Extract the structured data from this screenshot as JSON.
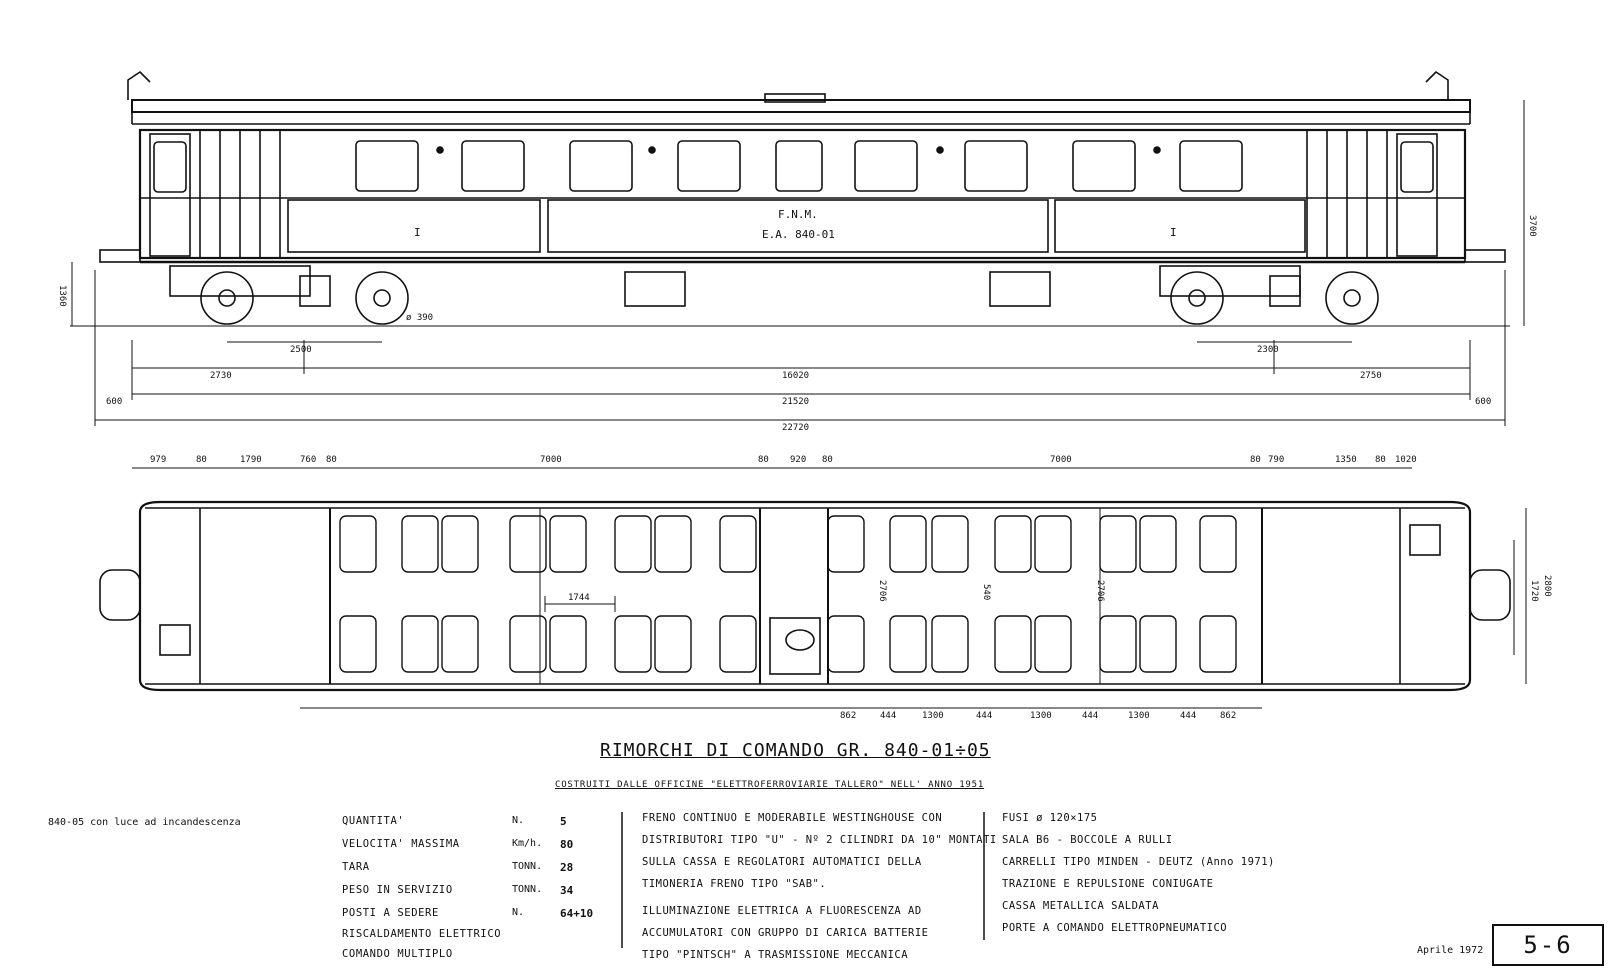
{
  "side_view": {
    "car_marking_line1": "F.N.M.",
    "car_marking_line2": "E.A. 840-01",
    "class_mark": "I",
    "wheel_dia": "ø 390",
    "dims": {
      "bogie_wheelbase": "2500",
      "bogie_wheelbase_right": "2300",
      "end_to_bogie_left": "2730",
      "end_to_bogie_right": "2750",
      "bogie_centres": "16020",
      "body_length": "21520",
      "overall_length": "22720",
      "buffer_left": "600",
      "buffer_right": "600",
      "height": "3700",
      "floor_height": "1360"
    }
  },
  "plan_view": {
    "top_dims": [
      "979",
      "80",
      "1790",
      "760",
      "80",
      "7000",
      "80",
      "920",
      "80",
      "7000",
      "80",
      "790",
      "1350",
      "80",
      "1020"
    ],
    "bottom_dims": [
      "862",
      "444",
      "1300",
      "444",
      "1300",
      "444",
      "1300",
      "444",
      "862"
    ],
    "seat_pitch": "1744",
    "width_outer": "2800",
    "width_inner": "1720",
    "aisle_dims": [
      "2706",
      "540",
      "2706"
    ]
  },
  "title": "RIMORCHI DI COMANDO GR. 840-01÷05",
  "subtitle": "COSTRUITI DALLE OFFICINE \"ELETTROFERROVIARIE TALLERO\" NELL' ANNO 1951",
  "note": "840-05 con luce ad incandescenza",
  "specs": [
    {
      "label": "QUANTITA'",
      "unit": "N.",
      "value": "5"
    },
    {
      "label": "VELOCITA' MASSIMA",
      "unit": "Km/h.",
      "value": "80"
    },
    {
      "label": "TARA",
      "unit": "TONN.",
      "value": "28"
    },
    {
      "label": "PESO IN SERVIZIO",
      "unit": "TONN.",
      "value": "34"
    },
    {
      "label": "POSTI A SEDERE",
      "unit": "N.",
      "value": "64+10"
    },
    {
      "label": "RISCALDAMENTO ELETTRICO",
      "unit": "",
      "value": ""
    },
    {
      "label": "COMANDO MULTIPLO",
      "unit": "",
      "value": ""
    }
  ],
  "column2": [
    "FRENO CONTINUO E MODERABILE WESTINGHOUSE CON",
    "DISTRIBUTORI TIPO \"U\" - Nº 2 CILINDRI DA 10\" MONTATI",
    "SULLA CASSA E REGOLATORI AUTOMATICI DELLA",
    "TIMONERIA FRENO TIPO \"SAB\".",
    "ILLUMINAZIONE ELETTRICA A FLUORESCENZA AD",
    "ACCUMULATORI CON GRUPPO DI CARICA BATTERIE",
    "TIPO \"PINTSCH\" A TRASMISSIONE MECCANICA"
  ],
  "column3": [
    "FUSI ø 120×175",
    "SALA B6 - BOCCOLE A RULLI",
    "CARRELLI TIPO MINDEN - DEUTZ (Anno 1971)",
    "TRAZIONE E REPULSIONE CONIUGATE",
    "CASSA METALLICA SALDATA",
    "PORTE A COMANDO ELETTROPNEUMATICO"
  ],
  "date": "Aprile 1972",
  "sheet": "5-6"
}
